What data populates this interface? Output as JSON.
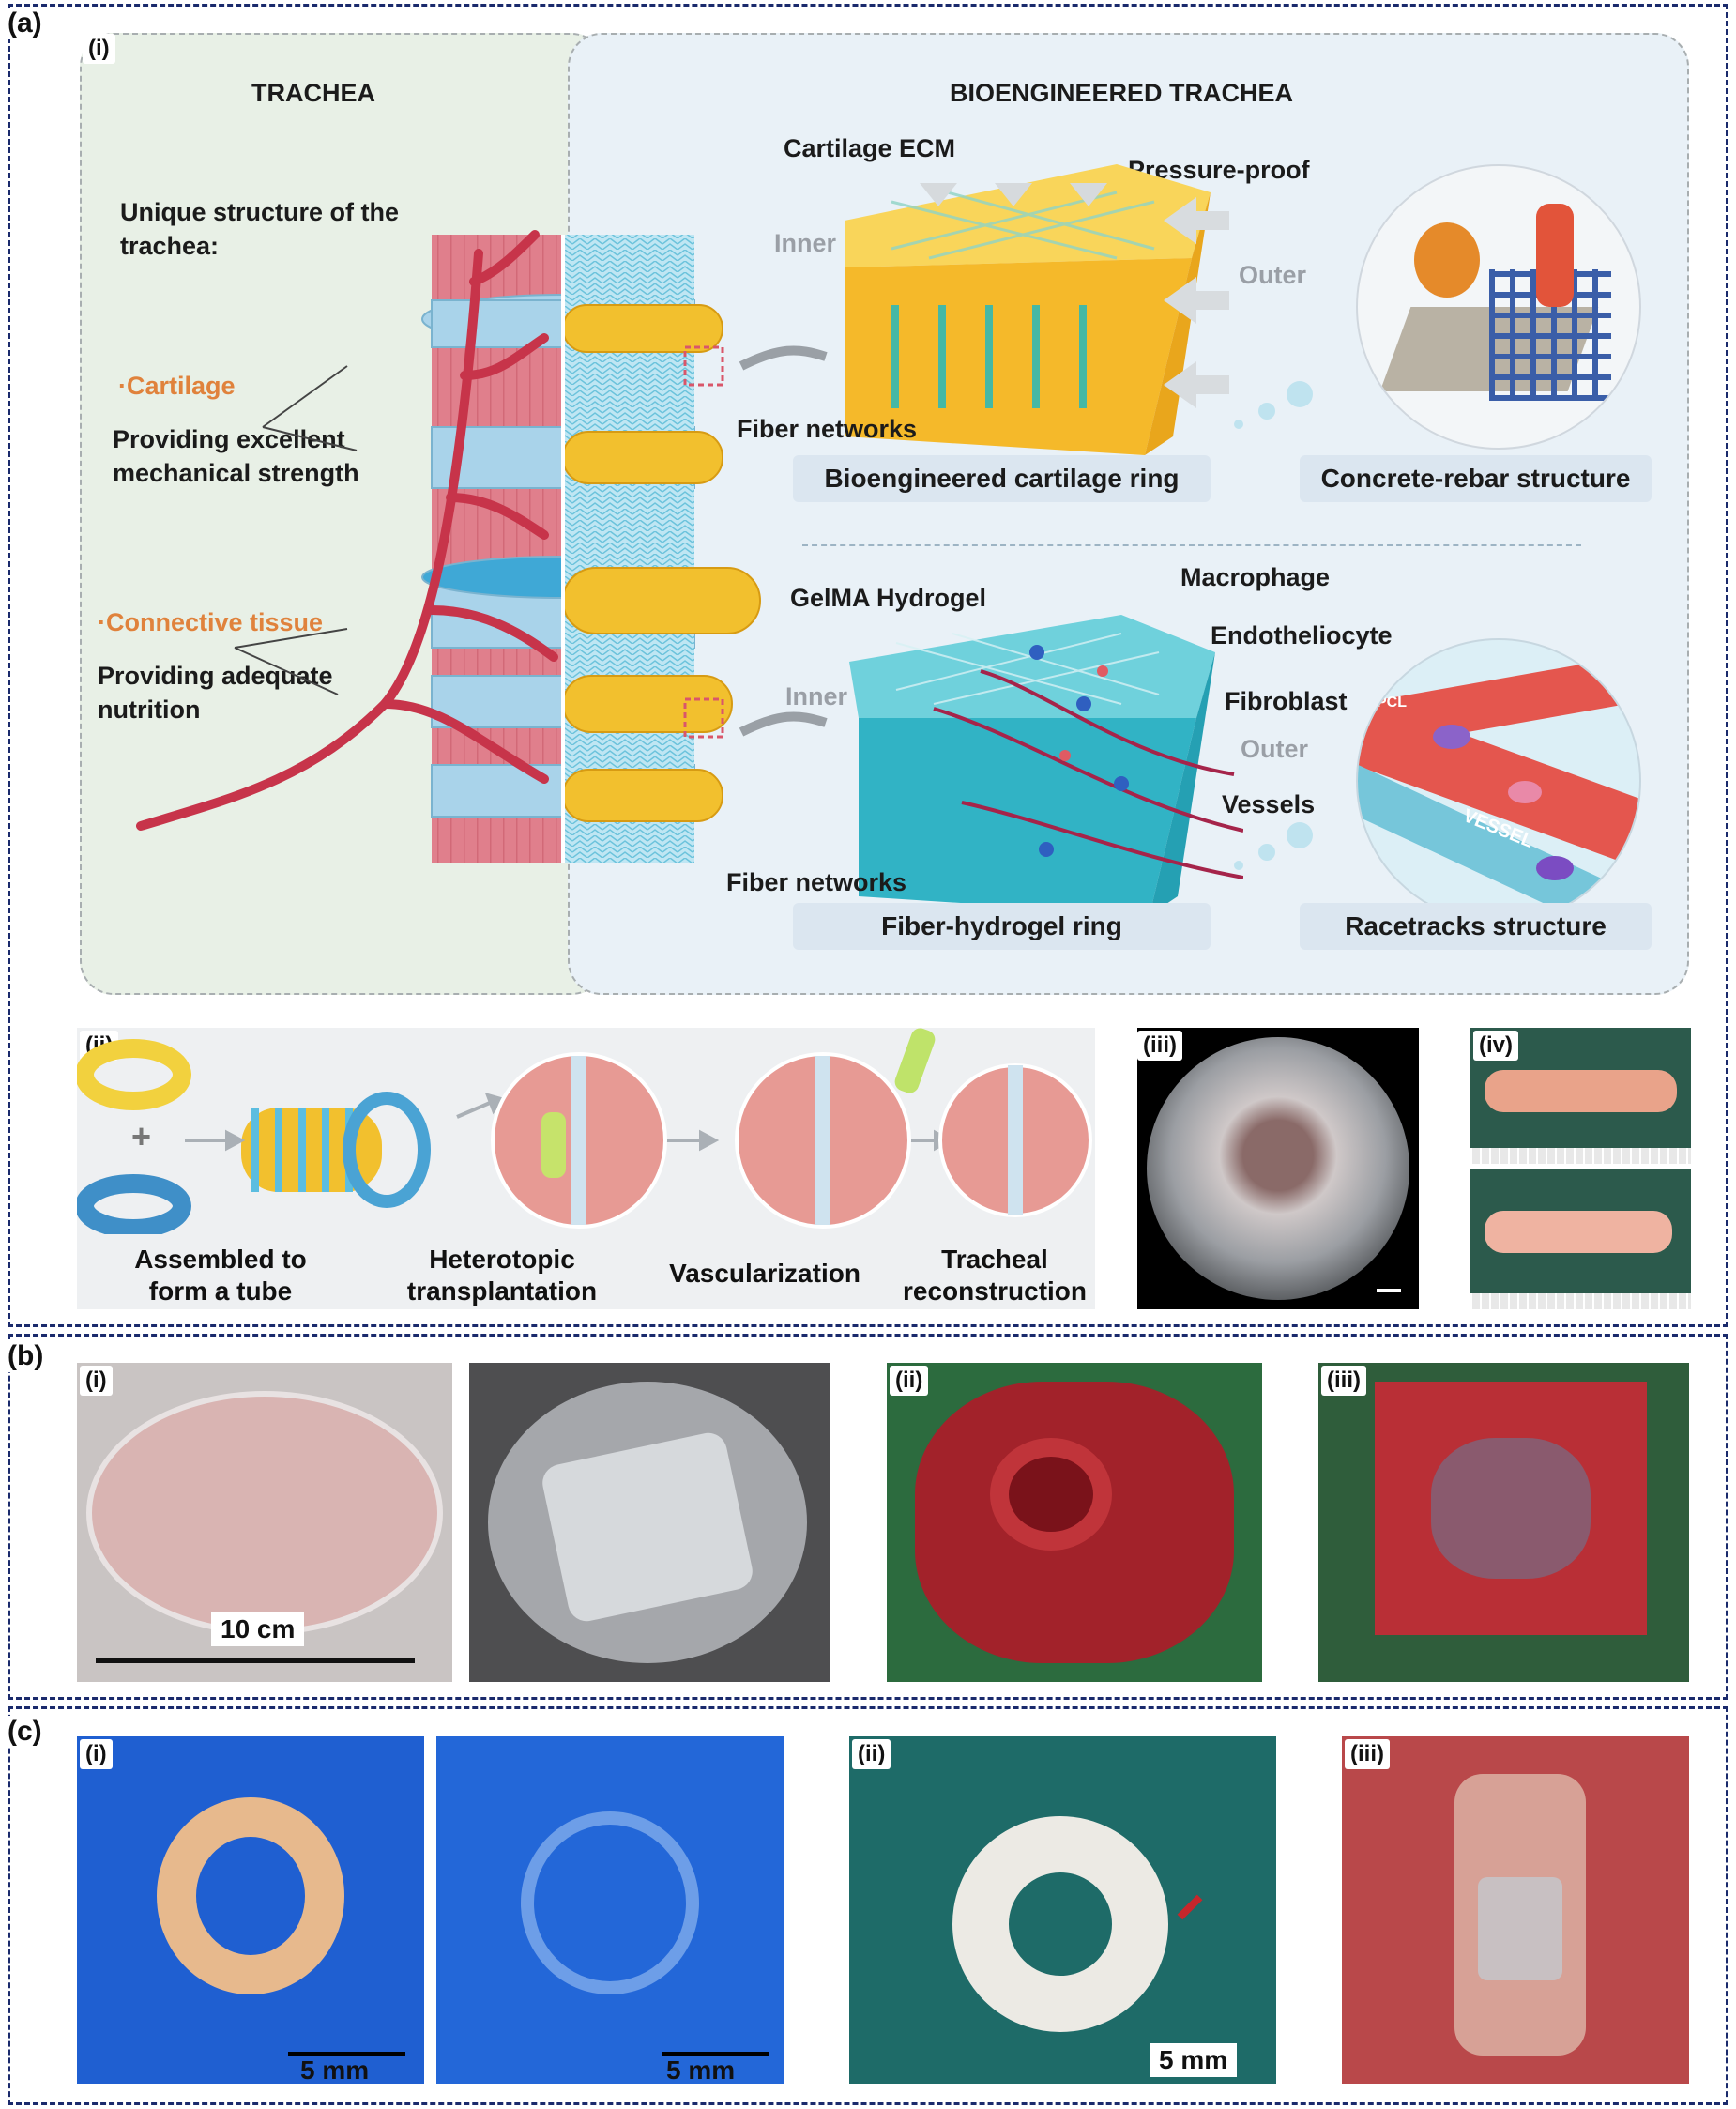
{
  "panels": {
    "a": "(a)",
    "b": "(b)",
    "c": "(c)"
  },
  "sub": {
    "i": "(i)",
    "ii": "(ii)",
    "iii": "(iii)",
    "iv": "(iv)"
  },
  "a_i": {
    "left_title": "TRACHEA",
    "right_title": "BIOENGINEERED TRACHEA",
    "unique_structure": "Unique structure of the trachea:",
    "cartilage": "·Cartilage",
    "cartilage_desc": "Providing excellent mechanical strength",
    "connective": "·Connective tissue",
    "connective_desc": "Providing adequate nutrition",
    "cartilage_ecm": "Cartilage ECM",
    "pressure_proof": "Pressure-proof",
    "inner": "Inner",
    "outer": "Outer",
    "fiber_networks": "Fiber networks",
    "bioengineered_cartilage_ring": "Bioengineered cartilage ring",
    "concrete_rebar": "Concrete-rebar structure",
    "gelma": "GelMA Hydrogel",
    "macrophage": "Macrophage",
    "endotheliocyte": "Endotheliocyte",
    "fibroblast": "Fibroblast",
    "vessels": "Vessels",
    "fiber_hydrogel_ring": "Fiber-hydrogel ring",
    "racetracks": "Racetracks structure",
    "pcl": "PCL",
    "vessel": "VESSEL"
  },
  "a_ii": {
    "plus": "+",
    "steps": [
      "Assembled to form a tube",
      "Heterotopic transplantation",
      "Vascularization",
      "Tracheal reconstruction"
    ]
  },
  "b": {
    "scale": "10 cm"
  },
  "c": {
    "scale": "5 mm"
  },
  "colors": {
    "frame": "#1a2a6c",
    "tissue_red": "#d9566a",
    "cartilage_blue": "#a9d3ea",
    "ring_yellow": "#f2c02e",
    "hydrogel_teal": "#38b9c9",
    "orange_label": "#e0823c"
  }
}
